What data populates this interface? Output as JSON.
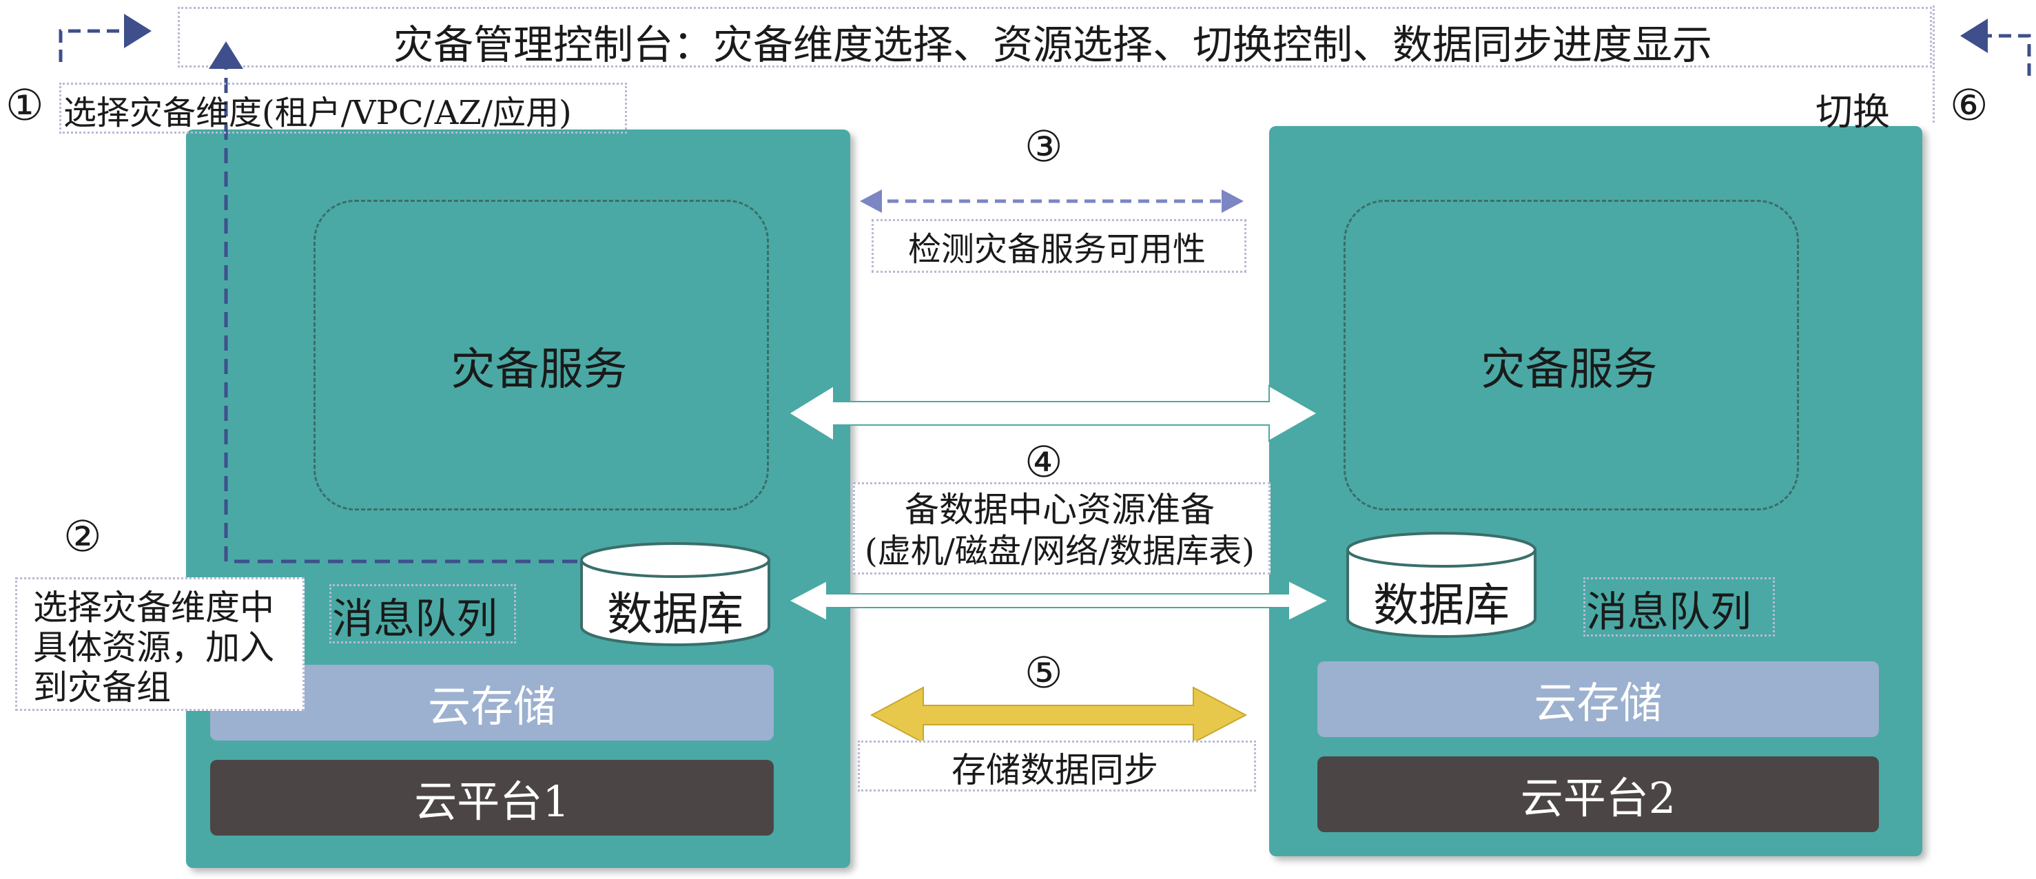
{
  "title": "灾备管理控制台：灾备维度选择、资源选择、切换控制、数据同步进度显示",
  "steps": {
    "s1": {
      "num": "①",
      "text": "选择灾备维度(租户/VPC/AZ/应用)"
    },
    "s2": {
      "num": "②",
      "lines": [
        "选择灾备维度中",
        "具体资源，加入",
        "到灾备组"
      ]
    },
    "s3": {
      "num": "③",
      "text": "检测灾备服务可用性"
    },
    "s4": {
      "num": "④",
      "lines": [
        "备数据中心资源准备",
        "(虚机/磁盘/网络/数据库表)"
      ]
    },
    "s5": {
      "num": "⑤",
      "text": "存储数据同步"
    },
    "s6": {
      "num": "⑥",
      "text": "切换"
    }
  },
  "left": {
    "service": "灾备服务",
    "mq": "消息队列",
    "db": "数据库",
    "storage": "云存储",
    "cloud": "云平台1"
  },
  "right": {
    "service": "灾备服务",
    "mq": "消息队列",
    "db": "数据库",
    "storage": "云存储",
    "cloud": "云平台2"
  },
  "colors": {
    "platform": "#4aa9a4",
    "storage": "#9cb0cf",
    "cloud": "#4c4546",
    "dashed_arrow": "#3e4f8c",
    "sync_arrow": "#e8c84a"
  }
}
